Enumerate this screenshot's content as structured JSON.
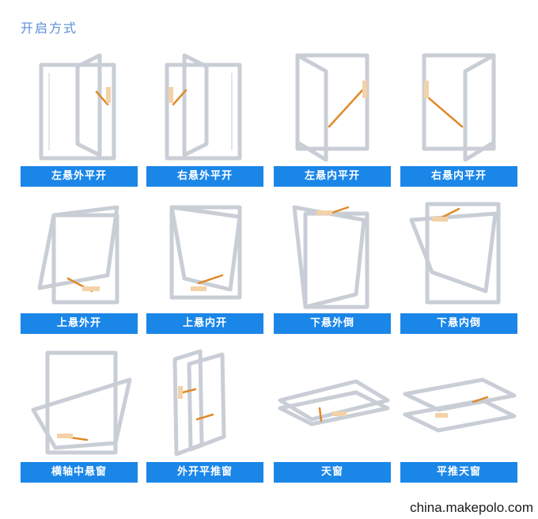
{
  "title": "开启方式",
  "items": [
    {
      "label": "左悬外平开"
    },
    {
      "label": "右悬外平开"
    },
    {
      "label": "左悬内平开"
    },
    {
      "label": "右悬内平开"
    },
    {
      "label": "上悬外开"
    },
    {
      "label": "上悬内开"
    },
    {
      "label": "下悬外倒"
    },
    {
      "label": "下悬内倒"
    },
    {
      "label": "横轴中悬窗"
    },
    {
      "label": "外开平推窗"
    },
    {
      "label": "天窗"
    },
    {
      "label": "平推天窗"
    }
  ],
  "watermark": "china.makepolo.com",
  "colors": {
    "label_bg": "#1a86e8",
    "title": "#5b8fd6",
    "arm": "#e08a2a"
  }
}
